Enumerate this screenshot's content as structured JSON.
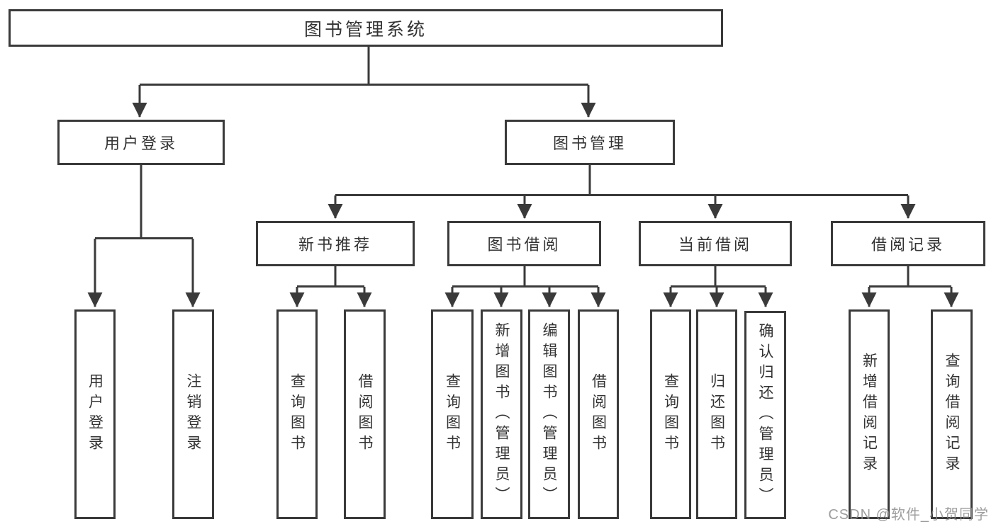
{
  "tree": {
    "root": {
      "label": "图书管理系统",
      "children": [
        {
          "label": "用户登录",
          "children": [
            {
              "label": "用户登录"
            },
            {
              "label": "注销登录"
            }
          ]
        },
        {
          "label": "图书管理",
          "children": [
            {
              "label": "新书推荐",
              "children": [
                {
                  "label": "查询图书"
                },
                {
                  "label": "借阅图书"
                }
              ]
            },
            {
              "label": "图书借阅",
              "children": [
                {
                  "label": "查询图书"
                },
                {
                  "label": "新增图书（管理员）"
                },
                {
                  "label": "编辑图书（管理员）"
                },
                {
                  "label": "借阅图书"
                }
              ]
            },
            {
              "label": "当前借阅",
              "children": [
                {
                  "label": "查询图书"
                },
                {
                  "label": "归还图书"
                },
                {
                  "label": "确认归还（管理员）"
                }
              ]
            },
            {
              "label": "借阅记录",
              "children": [
                {
                  "label": "新增借阅记录"
                },
                {
                  "label": "查询借阅记录"
                }
              ]
            }
          ]
        }
      ]
    }
  },
  "watermark": {
    "text": "CSDN @软件_小贺同学"
  },
  "colors": {
    "line": "#3a3a3a",
    "text": "#333333",
    "background": "#ffffff",
    "watermark": "#8c8c8c"
  }
}
